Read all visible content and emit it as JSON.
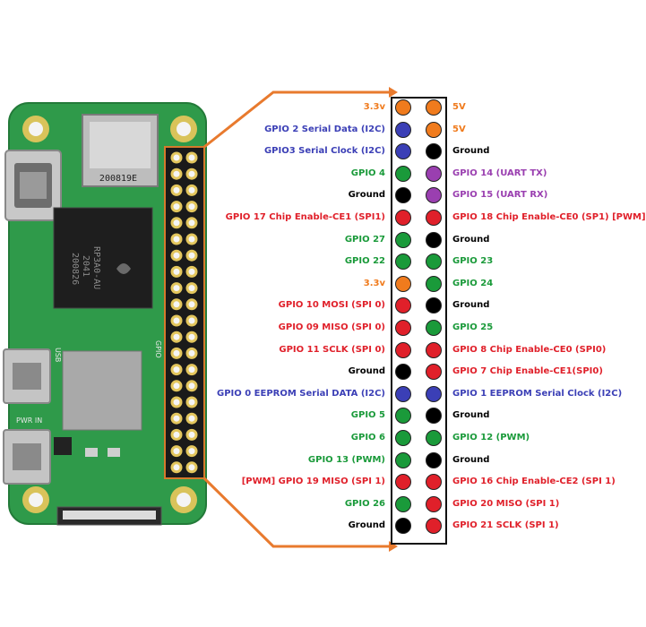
{
  "colors": {
    "orange": "#f07b1d",
    "blue": "#3b3fb6",
    "black": "#000000",
    "green": "#1a9a3a",
    "purple": "#9a3fb0",
    "red": "#e0202a",
    "connector": "#e87a2e"
  },
  "board": {
    "chip_text": [
      "RP3A0-AU",
      "2041",
      "200826"
    ],
    "sd_text": "200819E",
    "usb_label": "USB",
    "pwr_label": "PWR IN",
    "gpio_label": "GPIO"
  },
  "pins": [
    {
      "left": {
        "label": "3.3v",
        "color": "orange"
      },
      "right": {
        "label": "5V",
        "color": "orange"
      }
    },
    {
      "left": {
        "label": "GPIO 2 Serial Data (I2C)",
        "color": "blue"
      },
      "right": {
        "label": "5V",
        "color": "orange"
      }
    },
    {
      "left": {
        "label": "GPIO3 Serial Clock (I2C)",
        "color": "blue"
      },
      "right": {
        "label": "Ground",
        "color": "black"
      }
    },
    {
      "left": {
        "label": "GPIO 4",
        "color": "green"
      },
      "right": {
        "label": "GPIO 14 (UART TX)",
        "color": "purple"
      }
    },
    {
      "left": {
        "label": "Ground",
        "color": "black"
      },
      "right": {
        "label": "GPIO 15 (UART RX)",
        "color": "purple"
      }
    },
    {
      "left": {
        "label": "GPIO 17 Chip Enable-CE1 (SPI1)",
        "color": "red"
      },
      "right": {
        "label": "GPIO 18 Chip Enable-CE0 (SP1) [PWM]",
        "color": "red"
      }
    },
    {
      "left": {
        "label": "GPIO 27",
        "color": "green"
      },
      "right": {
        "label": "Ground",
        "color": "black"
      }
    },
    {
      "left": {
        "label": "GPIO 22",
        "color": "green"
      },
      "right": {
        "label": "GPIO 23",
        "color": "green"
      }
    },
    {
      "left": {
        "label": "3.3v",
        "color": "orange"
      },
      "right": {
        "label": "GPIO 24",
        "color": "green"
      }
    },
    {
      "left": {
        "label": "GPIO 10 MOSI (SPI 0)",
        "color": "red"
      },
      "right": {
        "label": "Ground",
        "color": "black"
      }
    },
    {
      "left": {
        "label": "GPIO 09 MISO (SPI 0)",
        "color": "red"
      },
      "right": {
        "label": "GPIO 25",
        "color": "green"
      }
    },
    {
      "left": {
        "label": "GPIO 11 SCLK (SPI 0)",
        "color": "red"
      },
      "right": {
        "label": "GPIO 8 Chip Enable-CE0 (SPI0)",
        "color": "red"
      }
    },
    {
      "left": {
        "label": "Ground",
        "color": "black"
      },
      "right": {
        "label": "GPIO 7 Chip Enable-CE1(SPI0)",
        "color": "red"
      }
    },
    {
      "left": {
        "label": "GPIO 0 EEPROM Serial DATA (I2C)",
        "color": "blue"
      },
      "right": {
        "label": "GPIO 1 EEPROM Serial Clock (I2C)",
        "color": "blue"
      }
    },
    {
      "left": {
        "label": "GPIO 5",
        "color": "green"
      },
      "right": {
        "label": "Ground",
        "color": "black"
      }
    },
    {
      "left": {
        "label": "GPIO 6",
        "color": "green"
      },
      "right": {
        "label": "GPIO 12 (PWM)",
        "color": "green"
      }
    },
    {
      "left": {
        "label": "GPIO 13 (PWM)",
        "color": "green"
      },
      "right": {
        "label": "Ground",
        "color": "black"
      }
    },
    {
      "left": {
        "label": "[PWM] GPIO 19 MISO (SPI 1)",
        "color": "red"
      },
      "right": {
        "label": "GPIO 16 Chip Enable-CE2 (SPI 1)",
        "color": "red"
      }
    },
    {
      "left": {
        "label": "GPIO 26",
        "color": "green"
      },
      "right": {
        "label": "GPIO 20 MISO (SPI 1)",
        "color": "red"
      }
    },
    {
      "left": {
        "label": "Ground",
        "color": "black"
      },
      "right": {
        "label": "GPIO 21 SCLK (SPI 1)",
        "color": "red"
      }
    }
  ]
}
